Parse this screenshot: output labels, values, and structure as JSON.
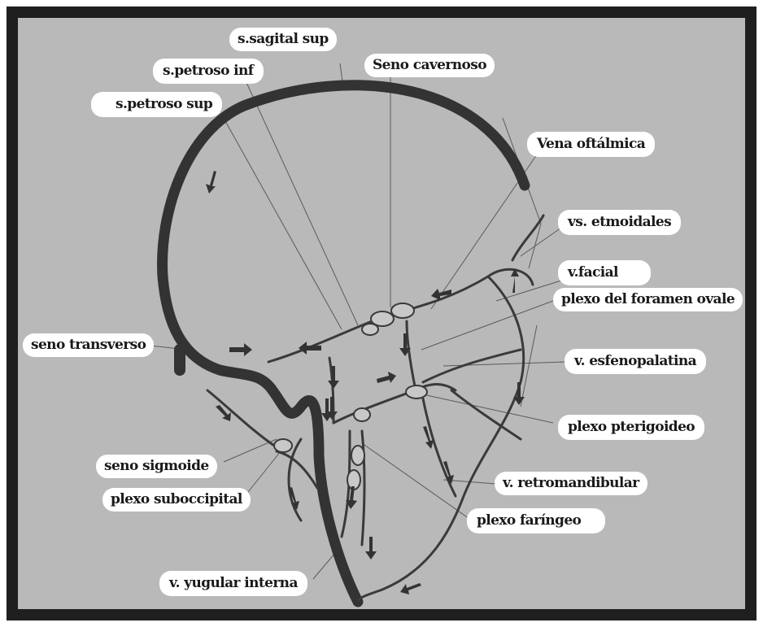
{
  "colors": {
    "background": "#b9b9b9",
    "frame": "#1f1f1f",
    "vessel": "#333333",
    "label_bg": "#ffffff"
  },
  "labels": {
    "s_sagital_sup": "s.sagital sup",
    "s_petroso_inf": "s.petroso inf",
    "seno_cavernoso": "Seno cavernoso",
    "s_petroso_sup": "s.petroso sup",
    "vena_oftalmica": "Vena oftálmica",
    "vs_etmoidales": "vs. etmoidales",
    "v_facial": "v.facial",
    "plexo_foramen_oval": "plexo del foramen ovale",
    "seno_transverso": "seno transverso",
    "v_esfenopalatina": "v. esfenopalatina",
    "plexo_pterigoideo": "plexo pterigoideo",
    "seno_sigmoide": "seno sigmoide",
    "plexo_suboccipital": "plexo suboccipital",
    "v_retromandibular": "v. retromandibular",
    "plexo_faringeo": "plexo faríngeo",
    "v_yugular_interna": "v. yugular interna"
  }
}
